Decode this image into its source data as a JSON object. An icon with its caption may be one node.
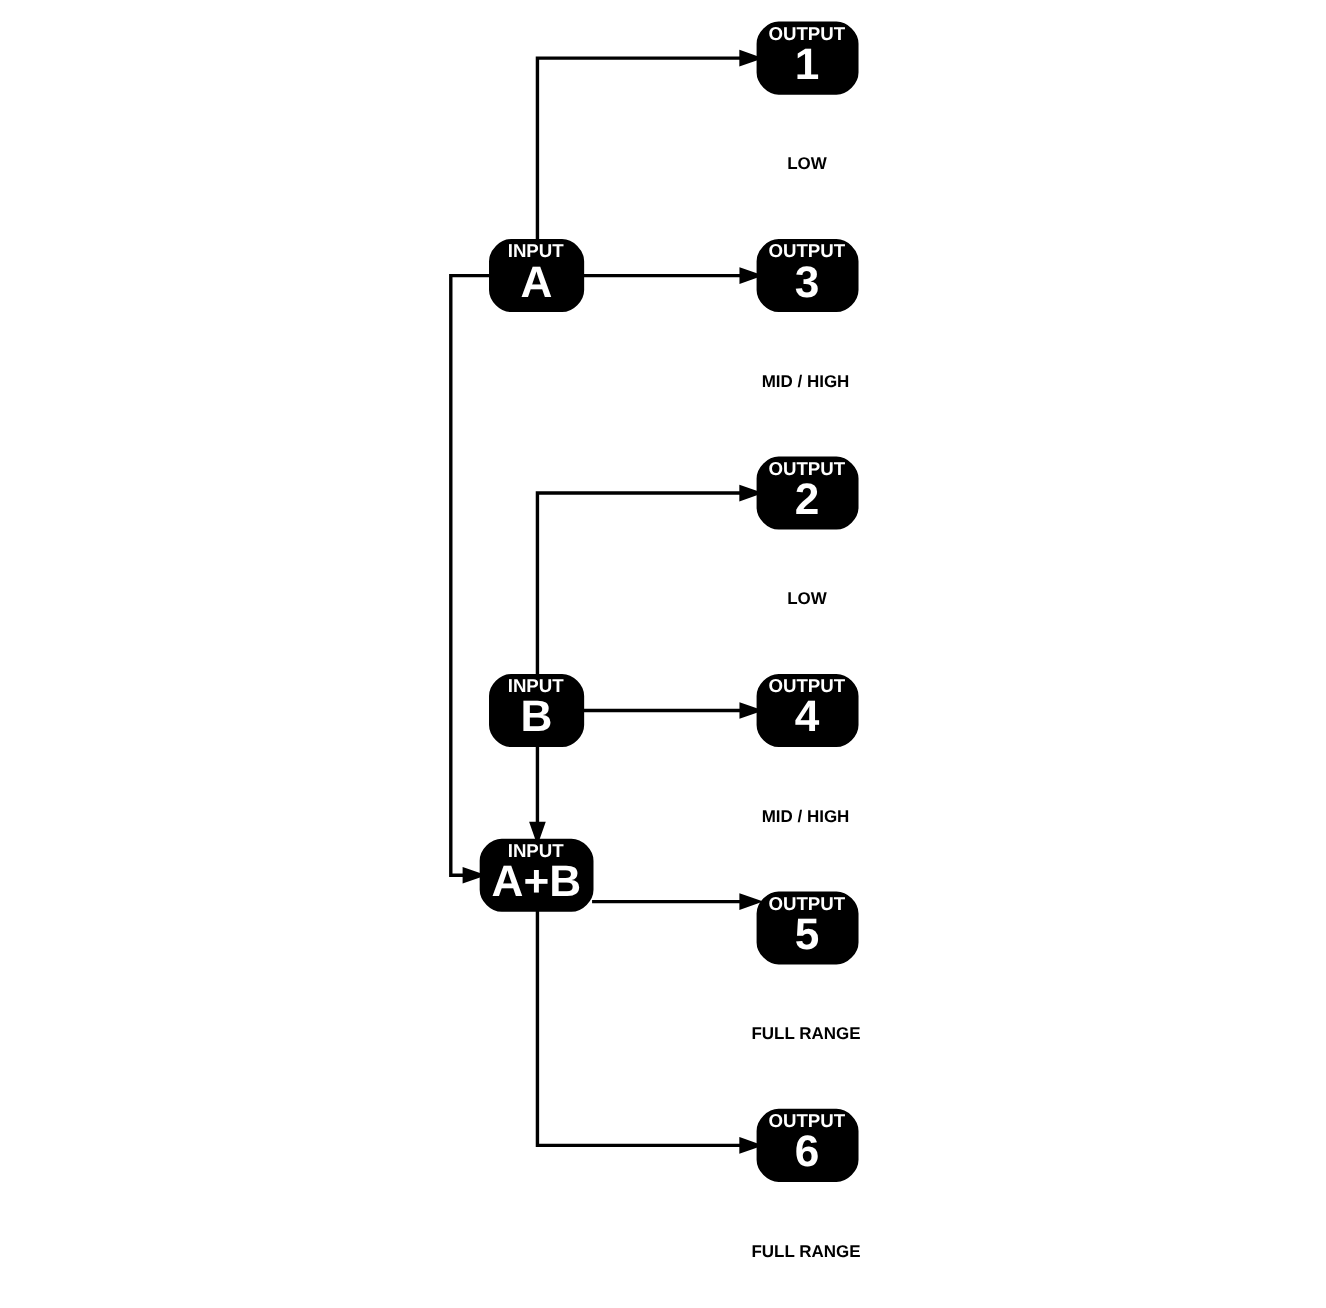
{
  "diagram": {
    "nodes": [
      {
        "text": [
          "INPUT",
          "A"
        ]
      },
      {
        "text": [
          "INPUT",
          "A+B"
        ]
      },
      {
        "text": [
          "INPUT",
          "B"
        ]
      },
      {
        "text": [
          "OUTPUT",
          "1"
        ],
        "beside": [
          "LOW"
        ]
      },
      {
        "text": [
          "OUTPUT",
          "2"
        ],
        "beside": [
          "LOW"
        ]
      },
      {
        "text": [
          "OUTPUT",
          "3"
        ],
        "beside": [
          "MID / HIGH"
        ]
      },
      {
        "text": [
          "OUTPUT",
          "4"
        ],
        "beside": [
          "MID / HIGH"
        ]
      },
      {
        "text": [
          "OUTPUT",
          "5"
        ],
        "beside": [
          "FULL RANGE"
        ]
      },
      {
        "text": [
          "OUTPUT",
          "6"
        ],
        "beside": [
          "FULL RANGE"
        ]
      }
    ],
    "edges": [
      {
        "from": 0,
        "to": 1,
        "arrow": "to"
      },
      {
        "from": 2,
        "to": 1,
        "arrow": "to"
      },
      {
        "from": 0,
        "to": 3,
        "arrow": "to"
      },
      {
        "from": 0,
        "to": 5,
        "arrow": "to"
      },
      {
        "from": 2,
        "to": 4,
        "arrow": "to"
      },
      {
        "from": 2,
        "to": 6,
        "arrow": "to"
      },
      {
        "from": 1,
        "to": 7,
        "arrow": "to"
      },
      {
        "from": 1,
        "to": 8,
        "arrow": "to"
      }
    ]
  }
}
